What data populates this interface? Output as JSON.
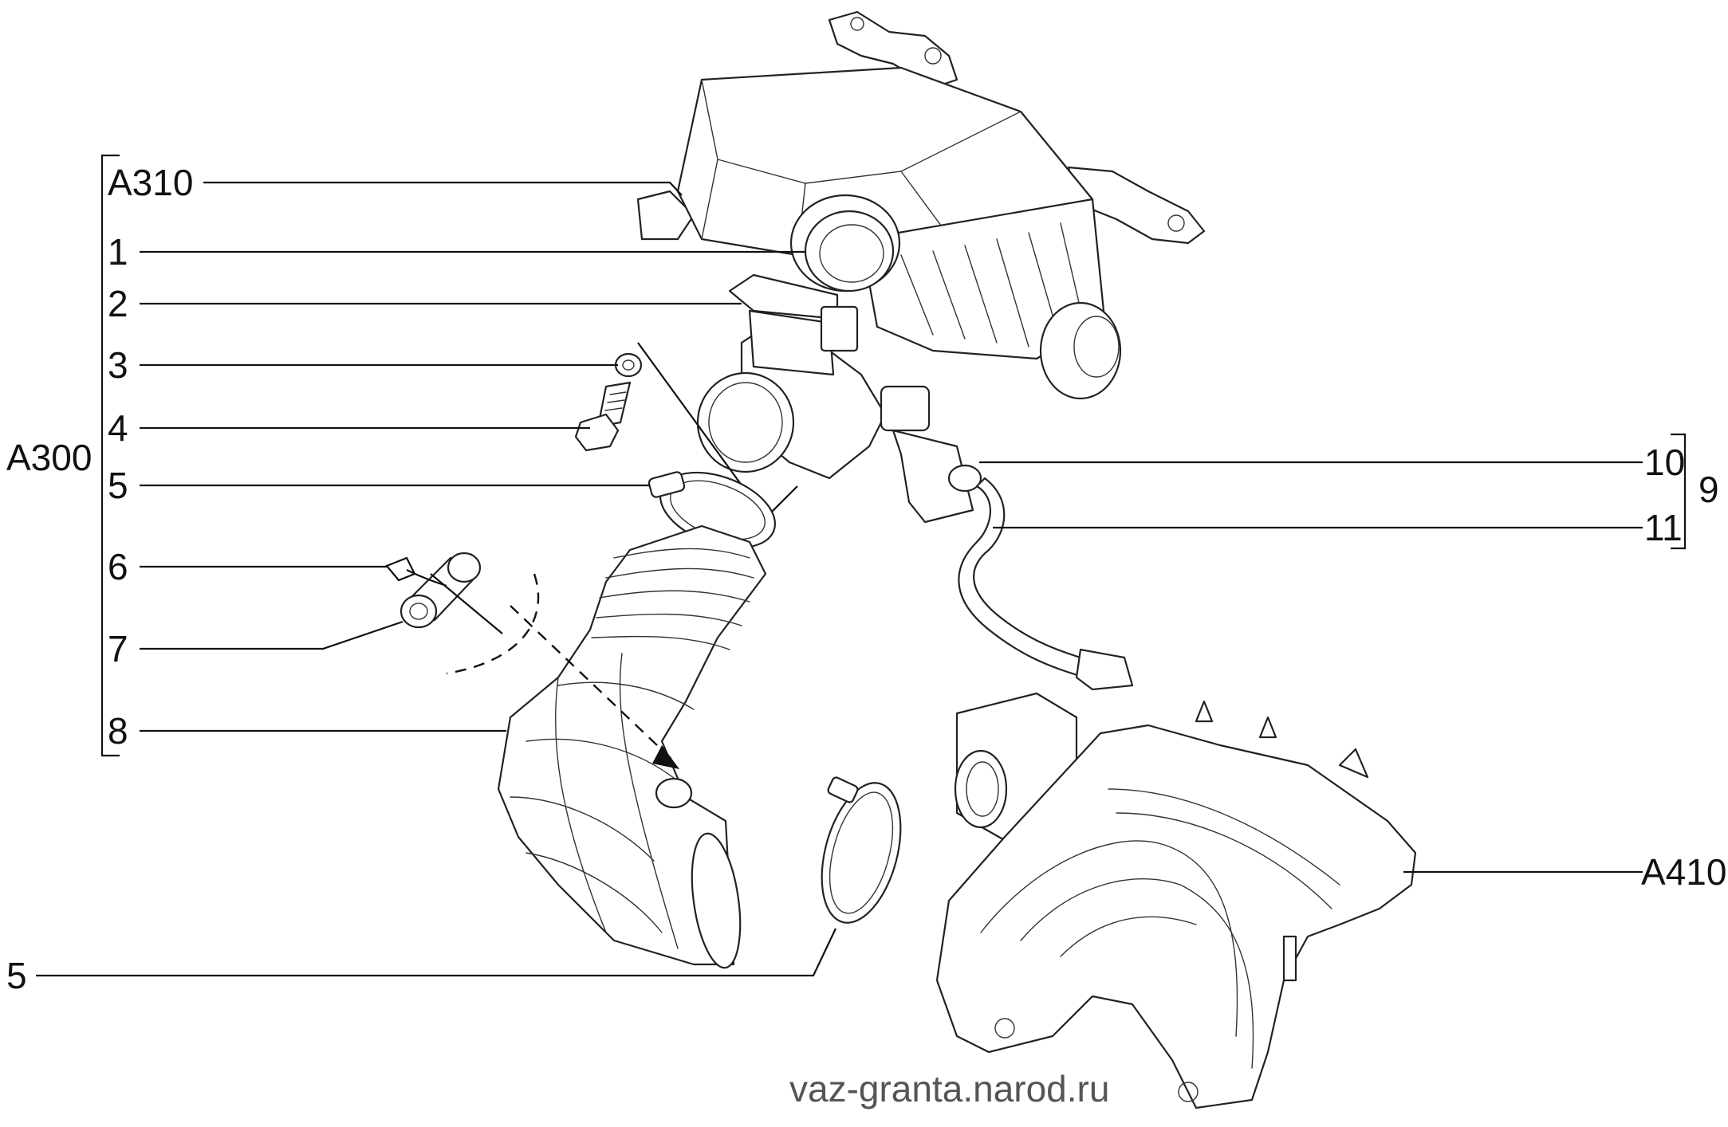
{
  "diagram": {
    "labels": {
      "a310": "A310",
      "a300": "A300",
      "a410": "A410",
      "p1": "1",
      "p2": "2",
      "p3": "3",
      "p4": "4",
      "p5_top": "5",
      "p6": "6",
      "p7": "7",
      "p8": "8",
      "p9": "9",
      "p10": "10",
      "p11": "11",
      "p5_bottom": "5"
    },
    "watermark": "vaz-granta.narod.ru"
  }
}
